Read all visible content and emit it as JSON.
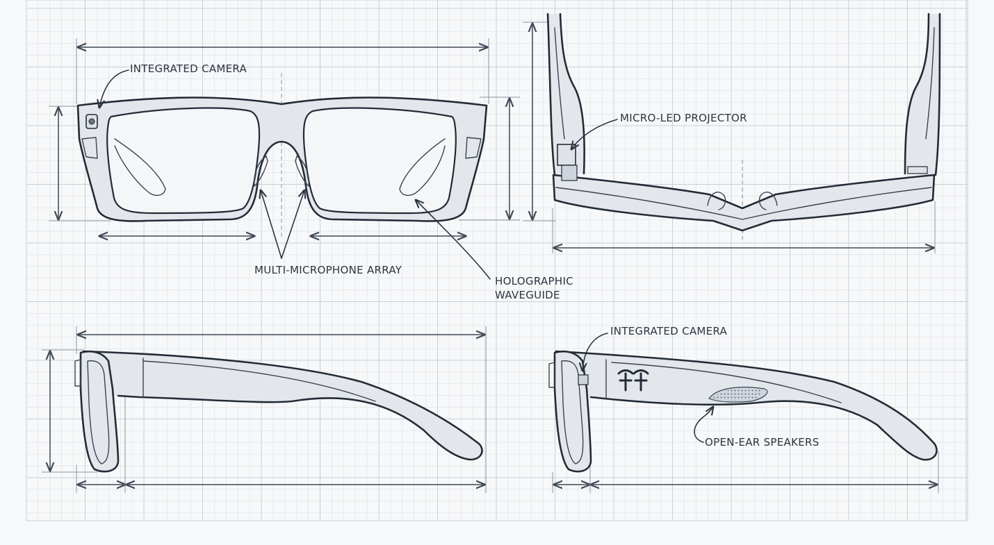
{
  "labels": {
    "integrated_camera_front": "INTEGRATED CAMERA",
    "multi_microphone_array": "MULTI-MICROPHONE ARRAY",
    "holographic_waveguide_line1": "HOLOGRAPHIC",
    "holographic_waveguide_line2": "WAVEGUIDE",
    "micro_led_projector": "MICRO-LED PROJECTOR",
    "integrated_camera_side": "INTEGRATED CAMERA",
    "open_ear_speakers": "OPEN-EAR SPEAKERS"
  },
  "colors": {
    "background": "#f7f8f9",
    "grid_minor": "#dfe3e8",
    "grid_major": "#c9cfd6",
    "ink": "#232b36"
  },
  "icons": {
    "brand_mark": "ff-logo-icon",
    "arrowhead": "arrow-icon"
  }
}
